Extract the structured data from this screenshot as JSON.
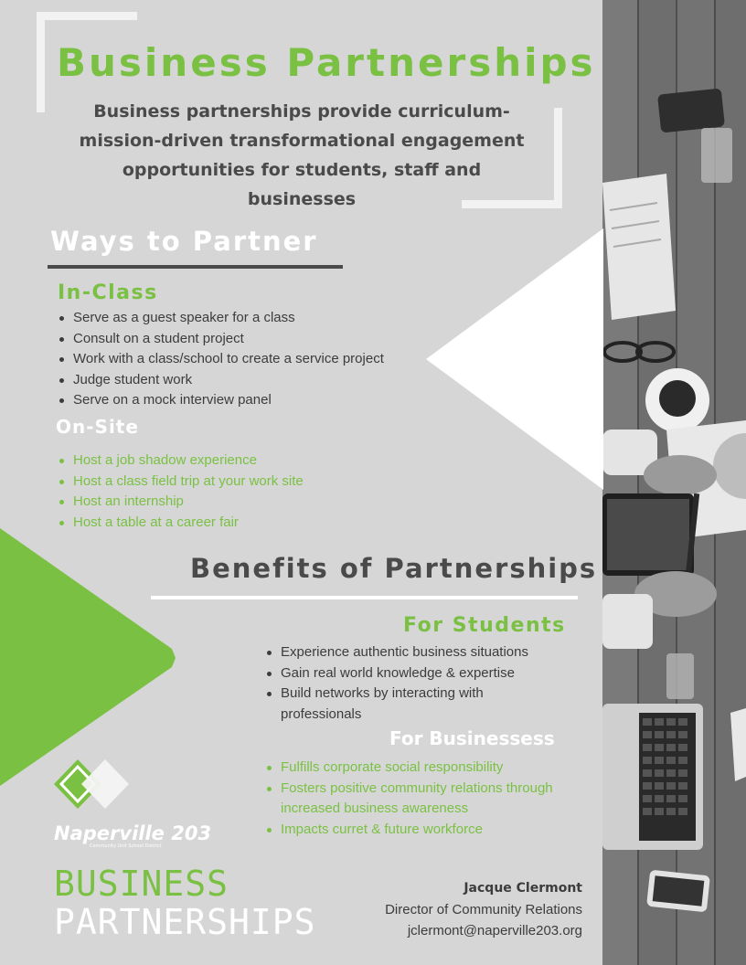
{
  "header": {
    "title": "Business Partnerships",
    "subtitle": "Business partnerships provide curriculum-mission-driven transformational engagement opportunities for students, staff and businesses"
  },
  "ways": {
    "heading": "Ways to Partner",
    "in_class": {
      "heading": "In-Class",
      "items": [
        "Serve as a guest speaker for a class",
        "Consult on a student project",
        "Work with a class/school to create a service project",
        "Judge student work",
        "Serve on a mock interview panel"
      ]
    },
    "on_site": {
      "heading": "On-Site",
      "items": [
        "Host a job shadow experience",
        "Host a class field trip at your work site",
        "Host an internship",
        "Host a table at a career fair"
      ]
    }
  },
  "benefits": {
    "heading": "Benefits of Partnerships",
    "students": {
      "heading": "For Students",
      "items": [
        "Experience authentic business situations",
        "Gain real world knowledge & expertise",
        "Build networks by interacting with professionals"
      ]
    },
    "businesses": {
      "heading": "For Businessess",
      "items": [
        "Fulfills corporate social responsibility",
        "Fosters positive community relations through increased business awareness",
        "Impacts curret & future workforce"
      ]
    }
  },
  "branding": {
    "logo_name": "Naperville 203",
    "logo_tagline": "Community Unit School District",
    "line1": "BUSINESS",
    "line2": "PARTNERSHIPS",
    "logo_icon": "green-white-diamond-logo"
  },
  "contact": {
    "name": "Jacque Clermont",
    "role": "Director of Community Relations",
    "email": "jclermont@naperville203.org"
  },
  "colors": {
    "accent_green": "#7ac143",
    "dark_gray": "#4a4a4a",
    "background": "#d6d6d6",
    "white": "#ffffff"
  }
}
